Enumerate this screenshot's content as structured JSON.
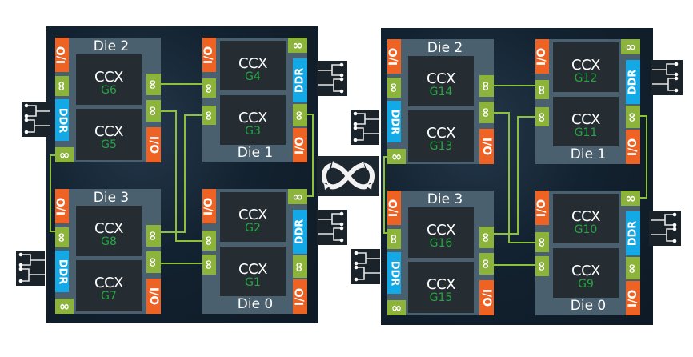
{
  "colors": {
    "io": "#ee6324",
    "ddr": "#12a9e6",
    "infinity_fabric": "#8cb33a",
    "ccx_label_green": "#27a642",
    "die_body": "#4a606e",
    "ccx_body": "#252d33",
    "package_bg": "#132230"
  },
  "labels": {
    "io": "I/O",
    "ddr": "DDR",
    "ccx": "CCX",
    "infinity_glyph": "∞"
  },
  "center_logo": {
    "icon": "infinity-fabric-icon"
  },
  "packages": [
    {
      "name": "socket-left",
      "dies": {
        "top_left": {
          "label": "Die 2",
          "ccx": [
            "G6",
            "G5"
          ]
        },
        "top_right": {
          "label": "Die 1",
          "ccx": [
            "G4",
            "G3"
          ]
        },
        "bottom_left": {
          "label": "Die 3",
          "ccx": [
            "G8",
            "G7"
          ]
        },
        "bottom_right": {
          "label": "Die 0",
          "ccx": [
            "G2",
            "G1"
          ]
        }
      }
    },
    {
      "name": "socket-right",
      "dies": {
        "top_left": {
          "label": "Die 2",
          "ccx": [
            "G14",
            "G13"
          ]
        },
        "top_right": {
          "label": "Die 1",
          "ccx": [
            "G12",
            "G11"
          ]
        },
        "bottom_left": {
          "label": "Die 3",
          "ccx": [
            "G16",
            "G15"
          ]
        },
        "bottom_right": {
          "label": "Die 0",
          "ccx": [
            "G10",
            "G9"
          ]
        }
      }
    }
  ]
}
